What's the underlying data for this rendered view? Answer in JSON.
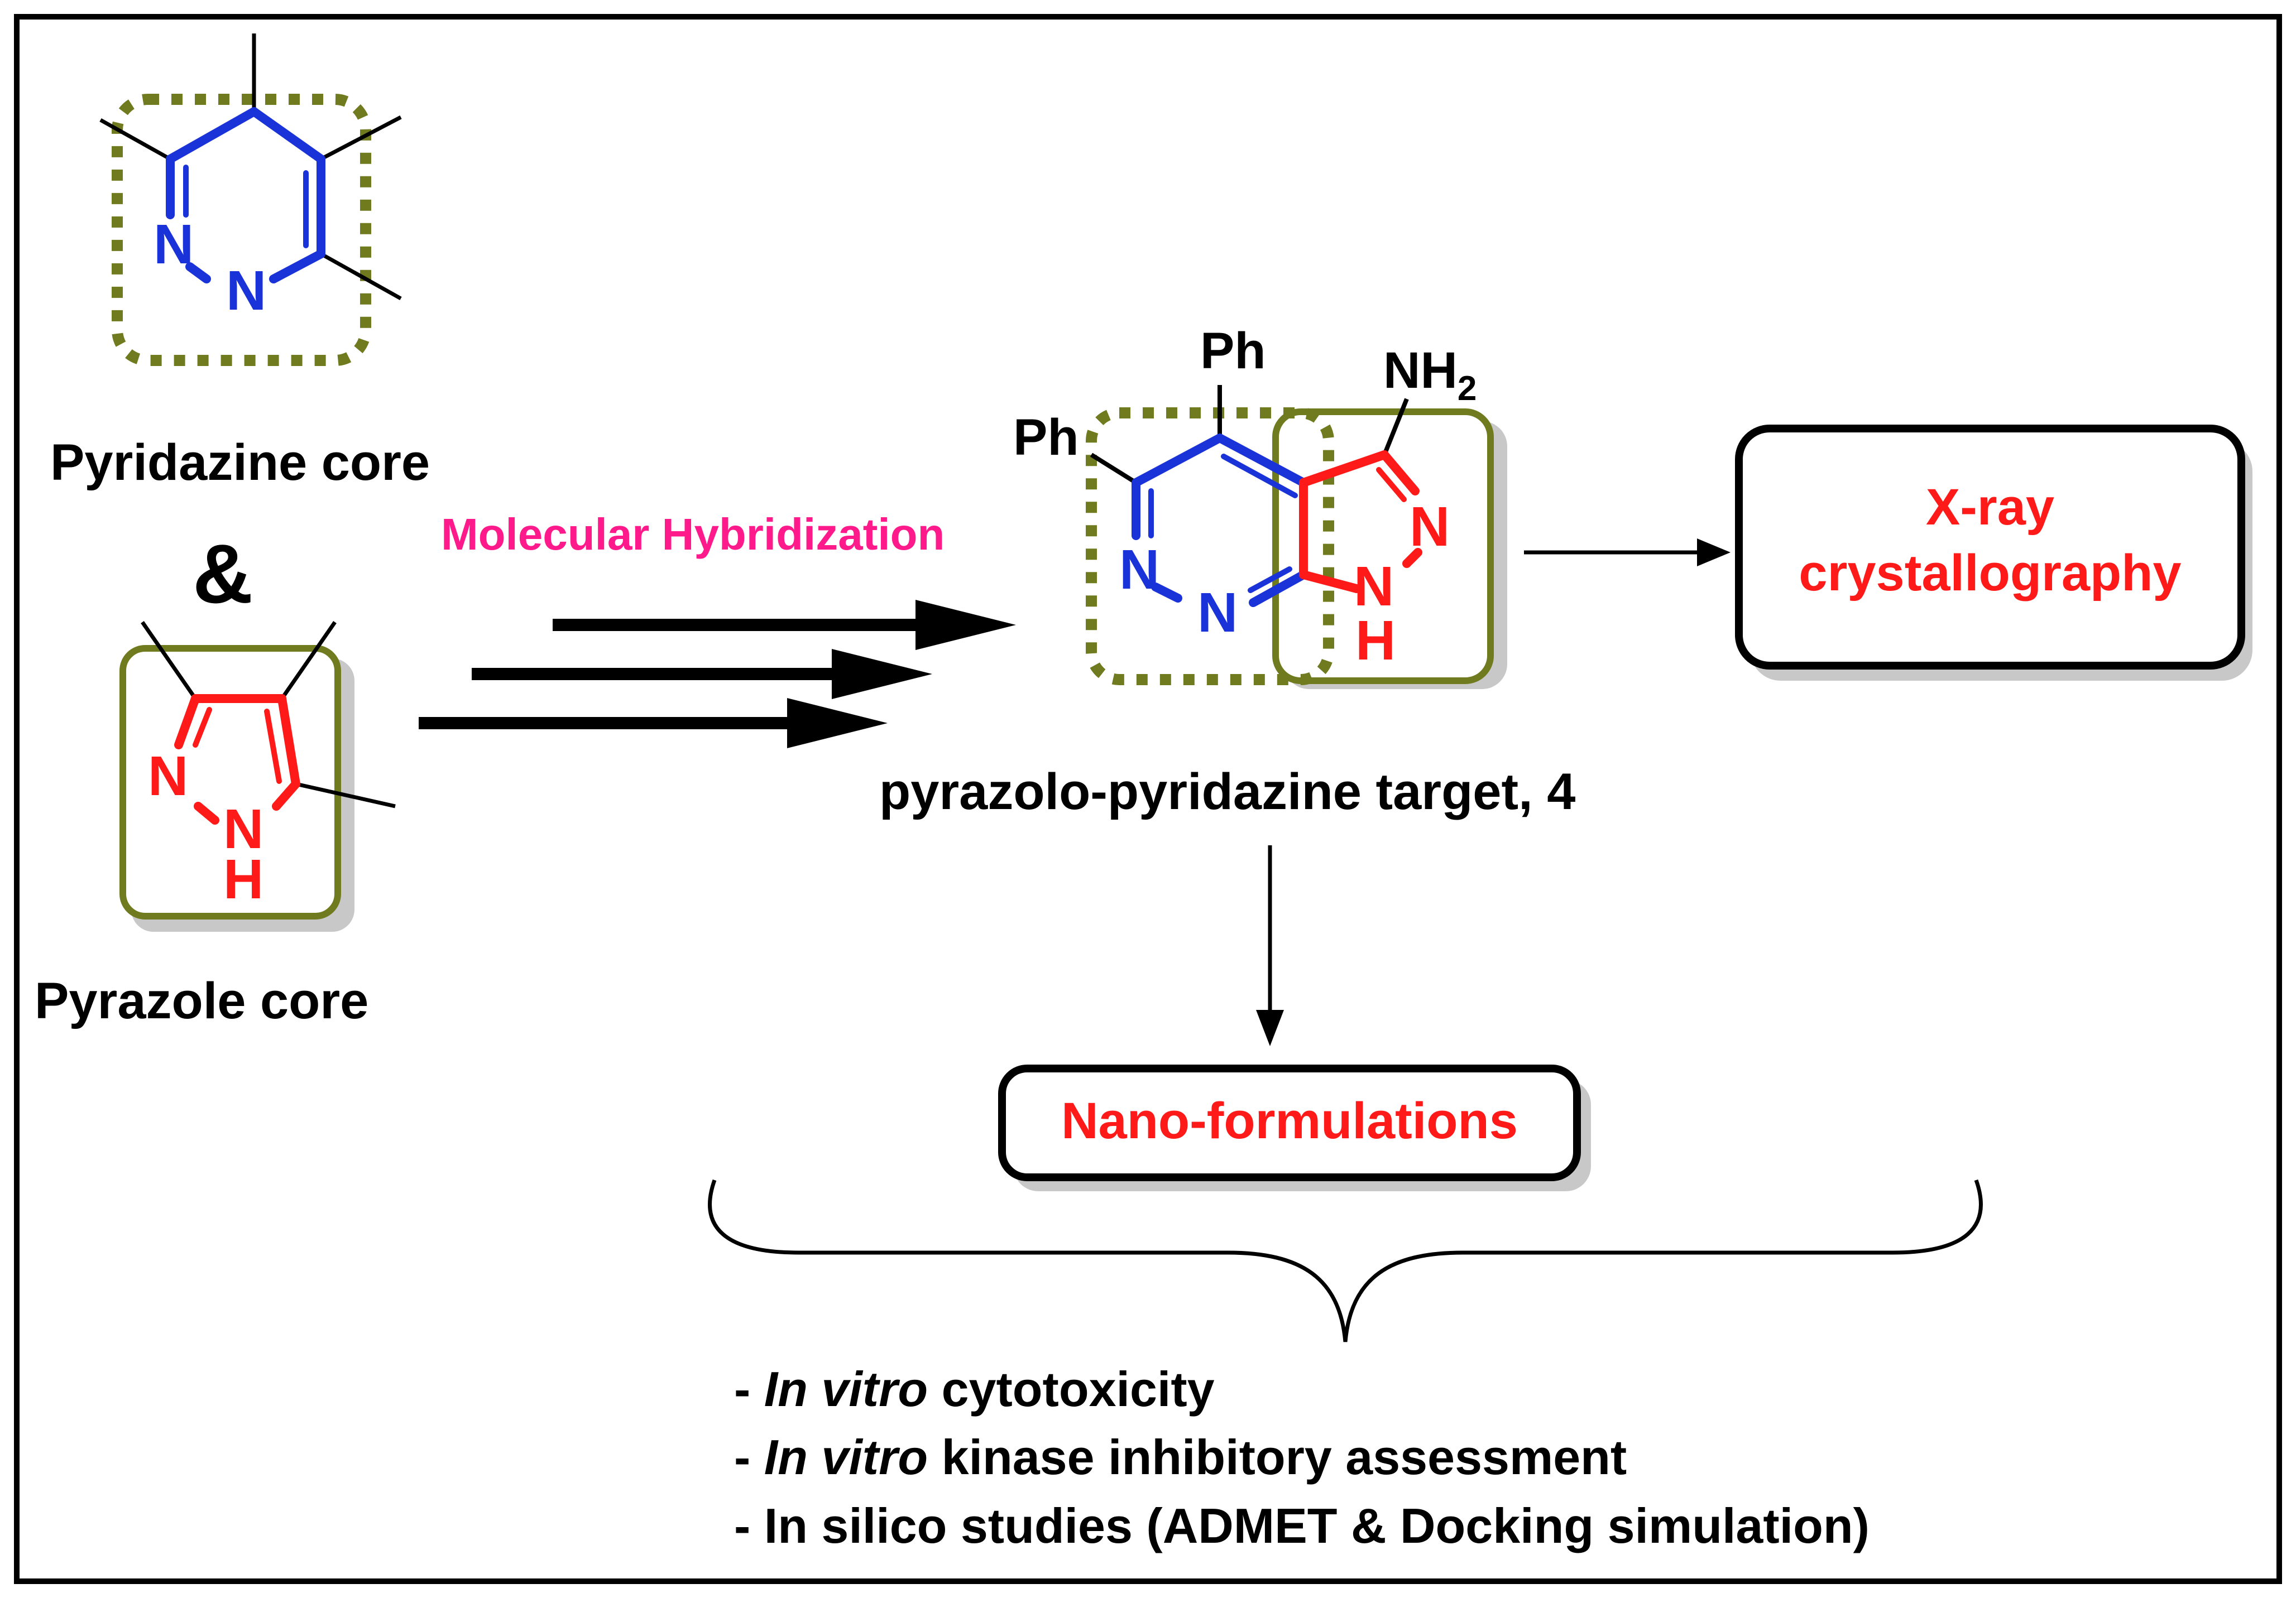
{
  "colors": {
    "blue": "#1a33d9",
    "red": "#ff1a1a",
    "olive": "#707a1e",
    "magenta": "#ff1a8c",
    "black": "#000000",
    "shadow": "#c8c8c8"
  },
  "pyridazine": {
    "label": "Pyridazine core",
    "n1": "N",
    "n2": "N"
  },
  "ampersand": "&",
  "pyrazole": {
    "label": "Pyrazole core",
    "n1": "N",
    "n2": "N",
    "h": "H"
  },
  "hybridization_label": "Molecular Hybridization",
  "target": {
    "ph_top": "Ph",
    "ph_left": "Ph",
    "nh2_main": "NH",
    "nh2_sub": "2",
    "pyridazine_n1": "N",
    "pyridazine_n2": "N",
    "pyrazole_n_top": "N",
    "pyrazole_n_bottom": "N",
    "pyrazole_h": "H",
    "caption": "pyrazolo-pyridazine target, 4"
  },
  "xray_box": {
    "line1": "X-ray",
    "line2": "crystallography"
  },
  "nano_box": {
    "label": "Nano-formulations"
  },
  "studies": [
    {
      "prefix": "- ",
      "italic": "In vitro",
      "rest": " cytotoxicity"
    },
    {
      "prefix": "- ",
      "italic": "In vitro",
      "rest": " kinase inhibitory assessment"
    },
    {
      "prefix": "- ",
      "italic": "",
      "rest": "In silico studies (ADMET & Docking simulation)"
    }
  ]
}
